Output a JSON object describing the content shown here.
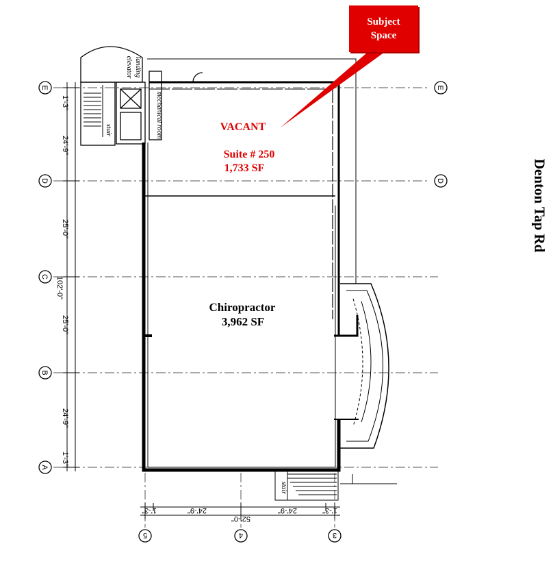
{
  "callout": {
    "line1": "Subject",
    "line2": "Space"
  },
  "street": "Denton Tap Rd",
  "vacant_suite": {
    "status": "VACANT",
    "suite": "Suite # 250",
    "area": "1,733 SF"
  },
  "tenant": {
    "name": "Chiropractor",
    "area": "3,962 SF"
  },
  "grid_rows": [
    "E",
    "D",
    "C",
    "B",
    "A"
  ],
  "grid_cols": [
    "5",
    "4",
    "3"
  ],
  "dims_vertical": [
    "1'-3\"",
    "24'-9\"",
    "25'-0\"",
    "25'-0\"",
    "24'-9\"",
    "1'-3\""
  ],
  "dim_total_vertical": "102'-0\"",
  "dims_horizontal": [
    "1'-3\"",
    "24'-9\"",
    "24'-9\"",
    "1'-3\""
  ],
  "dim_total_horizontal": "52'-0\"",
  "room_labels": {
    "elevator": "elevator",
    "landing": "landing",
    "mechanical": "mechanical room",
    "stair_upper": "stair",
    "stair_lower": "stair"
  },
  "colors": {
    "callout": "#e00000",
    "highlight_text": "#e00000",
    "walls": "#000000"
  }
}
